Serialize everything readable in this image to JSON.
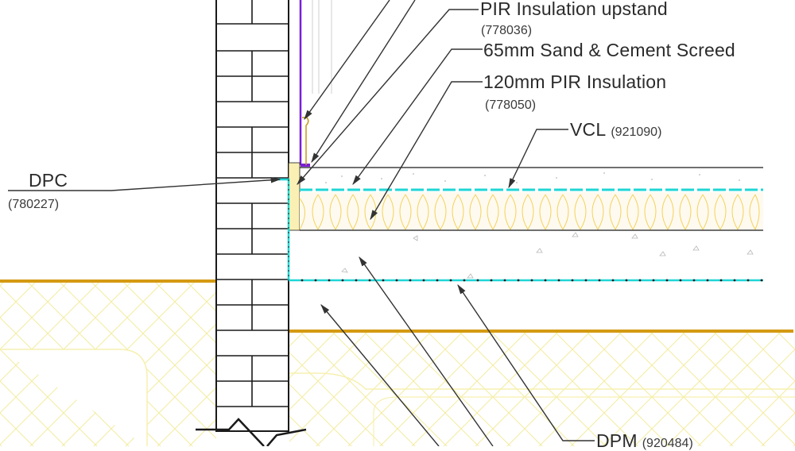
{
  "drawing": {
    "type": "construction-detail",
    "subject": "Ground floor slab / external wall junction",
    "colors": {
      "background": "#ffffff",
      "brick_outline": "#1a1a1a",
      "membrane_cyan": "#1fd6d6",
      "insulation_yellow": "#f2d35a",
      "ground_hatch": "#f4ea8a",
      "ground_line": "#d49a12",
      "plasterboard_purple": "#7a1fd6",
      "leader_line": "#333333",
      "concrete_fleck": "#b8b8b8"
    }
  },
  "labels": {
    "pir_upstand": {
      "title": "PIR Insulation upstand",
      "code": "(778036)"
    },
    "screed": {
      "title": "65mm Sand & Cement Screed"
    },
    "pir_insulation": {
      "title": "120mm PIR Insulation",
      "code": "(778050)"
    },
    "vcl": {
      "title": "VCL",
      "code": "(921090)"
    },
    "dpc": {
      "title": "DPC",
      "code": "(780227)"
    },
    "dpm": {
      "title": "DPM",
      "code": "(920484)"
    }
  }
}
